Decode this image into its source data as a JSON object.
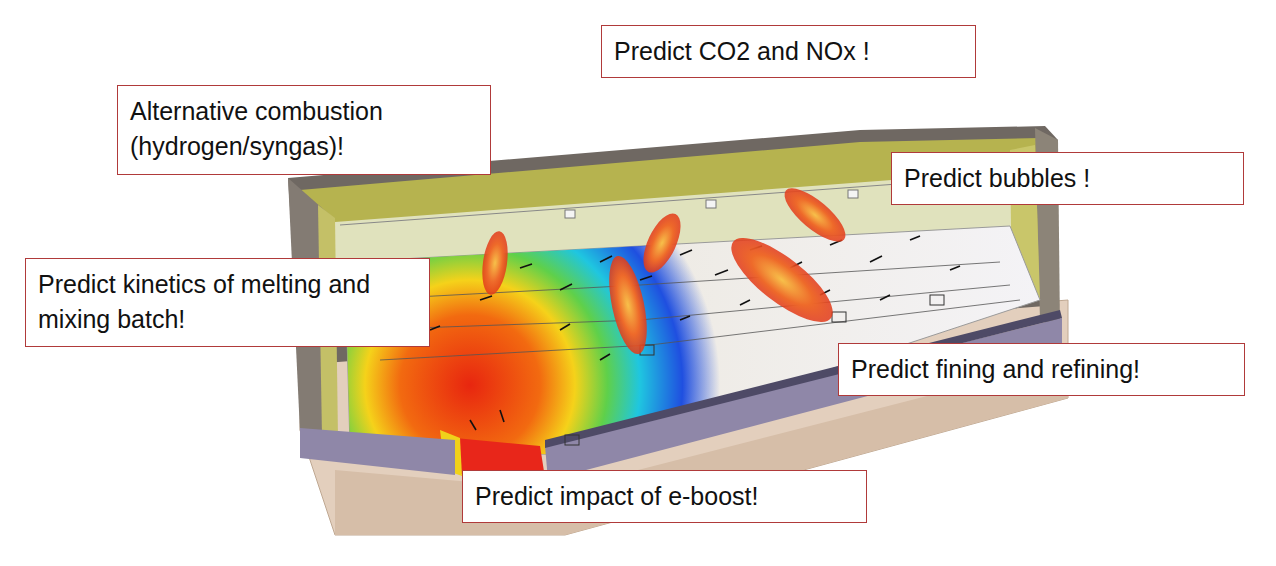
{
  "diagram": {
    "nodes": [
      {
        "text": [
          "Predict CO2 and NOx !"
        ]
      },
      {
        "text": [
          "Alternative combustion (hydrogen/syngas)!"
        ]
      },
      {
        "text": [
          "Predict bubbles !"
        ]
      },
      {
        "text": [
          "Predict kinetics of melting and mixing batch!"
        ]
      },
      {
        "text": [
          "Predict fining and refining!"
        ]
      },
      {
        "text": [
          "Predict impact of e-boost!"
        ]
      }
    ]
  }
}
